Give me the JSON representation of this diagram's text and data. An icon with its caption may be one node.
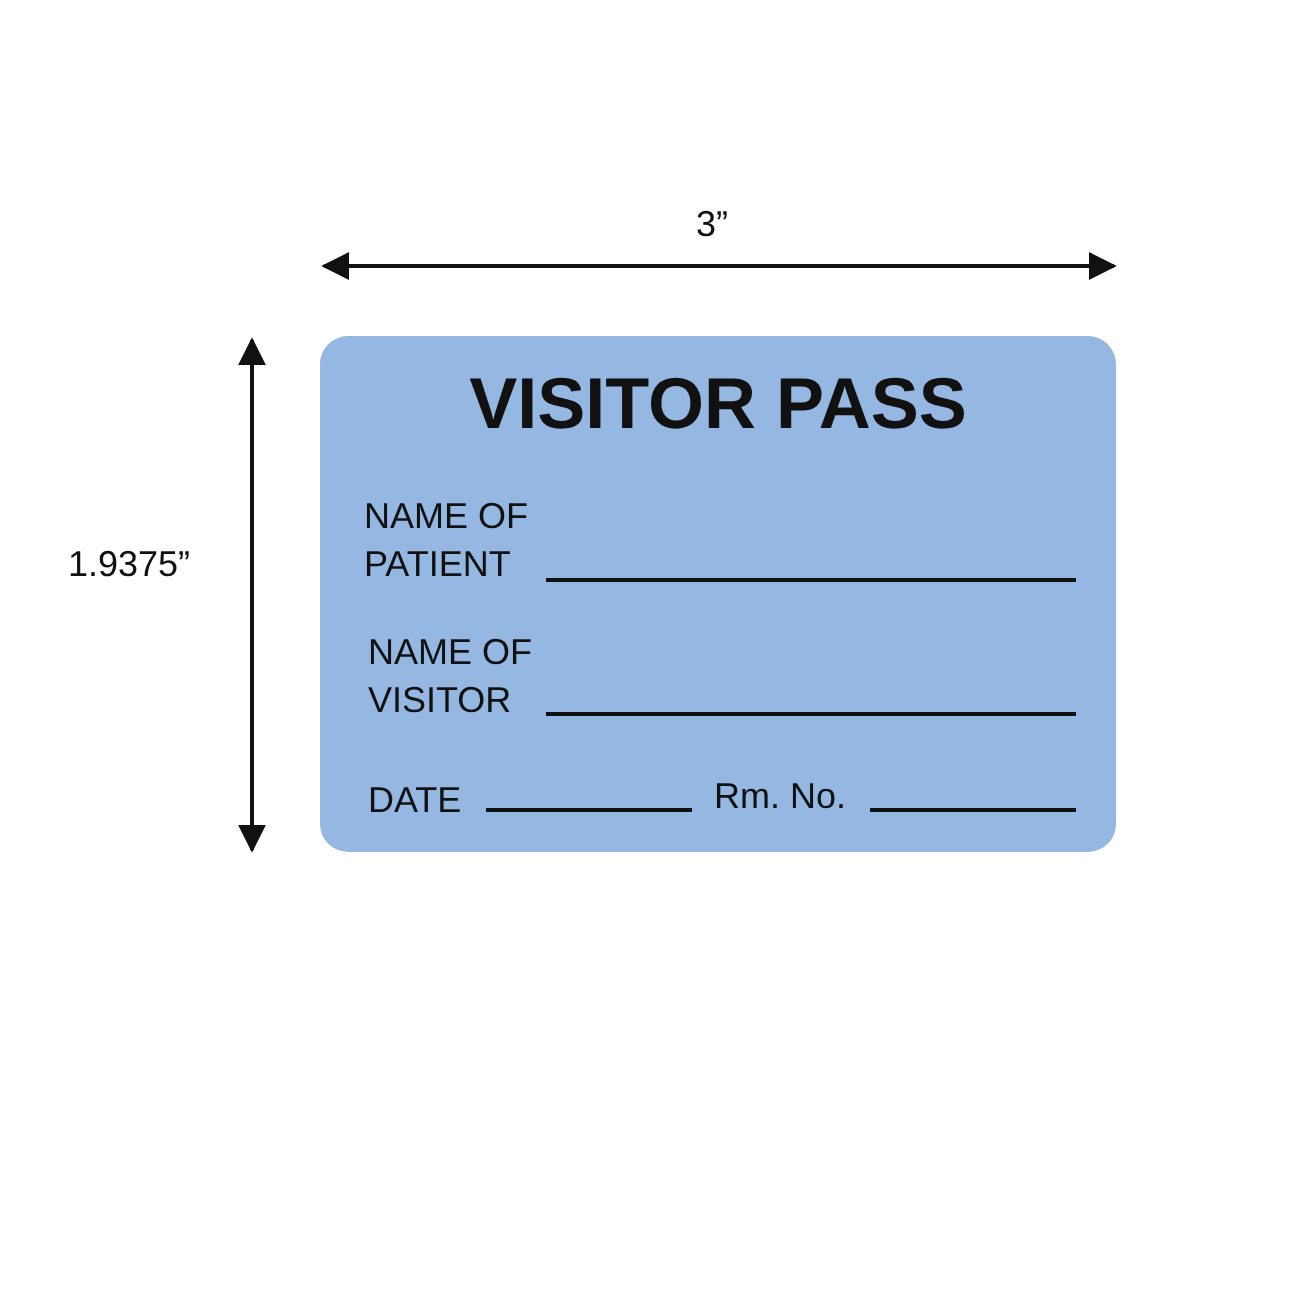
{
  "diagram": {
    "nodes": [
      {
        "text": [
          "VISITOR PASS",
          "NAME OF PATIENT",
          "NAME OF VISITOR",
          "DATE",
          "Rm. No."
        ]
      }
    ],
    "labels": [
      "3”",
      "1.9375”"
    ]
  }
}
